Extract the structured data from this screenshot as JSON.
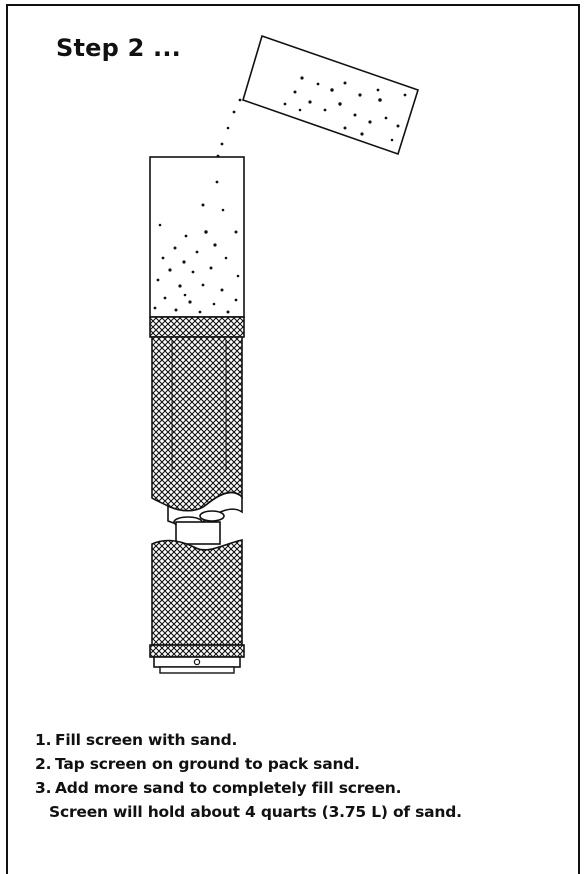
{
  "title": "Step 2 ...",
  "instructions": [
    {
      "number": "1.",
      "text": "Fill screen with sand."
    },
    {
      "number": "2.",
      "text": "Tap screen on ground to pack sand."
    },
    {
      "number": "3.",
      "text": "Add more sand to completely fill screen."
    }
  ],
  "note": "Screen will hold about 4 quarts (3.75 L) of sand.",
  "colors": {
    "ink": "#111111",
    "background": "#ffffff"
  },
  "icons": [
    "sand-container",
    "sand-screen-tube",
    "falling-sand"
  ]
}
